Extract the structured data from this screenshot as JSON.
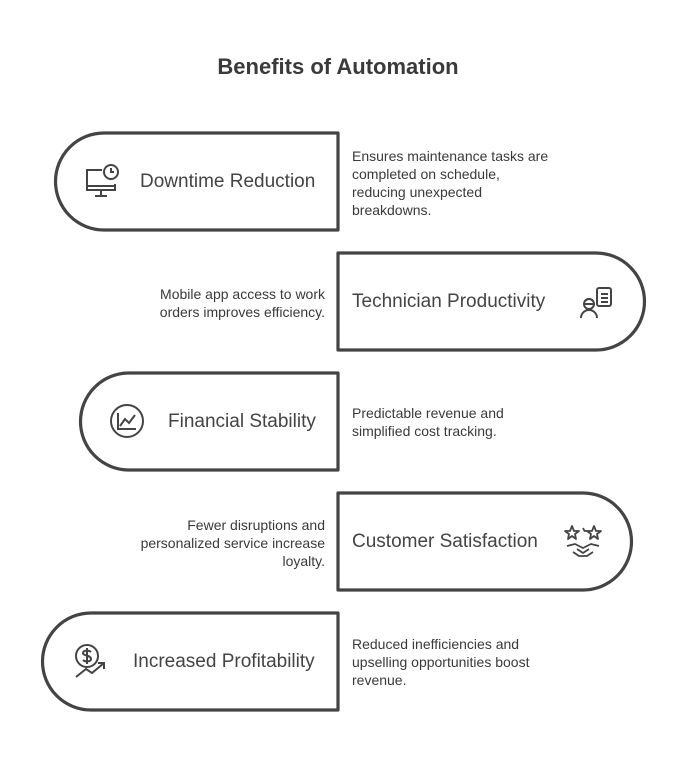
{
  "title": "Benefits of Automation",
  "items": [
    {
      "label": "Downtime Reduction",
      "description": "Ensures maintenance tasks are completed on schedule, reducing unexpected breakdowns.",
      "icon": "monitor-clock-icon"
    },
    {
      "label": "Technician Productivity",
      "description": "Mobile app access to work orders improves efficiency.",
      "icon": "technician-clipboard-icon"
    },
    {
      "label": "Financial Stability",
      "description": "Predictable revenue and simplified cost tracking.",
      "icon": "chart-circle-icon"
    },
    {
      "label": "Customer Satisfaction",
      "description": "Fewer disruptions and personalized service increase loyalty.",
      "icon": "stars-handshake-icon"
    },
    {
      "label": "Increased Profitability",
      "description": "Reduced inefficiencies and upselling opportunities boost revenue.",
      "icon": "dollar-growth-icon"
    }
  ],
  "colors": {
    "stroke": "#444444",
    "text": "#3a3a3a"
  }
}
